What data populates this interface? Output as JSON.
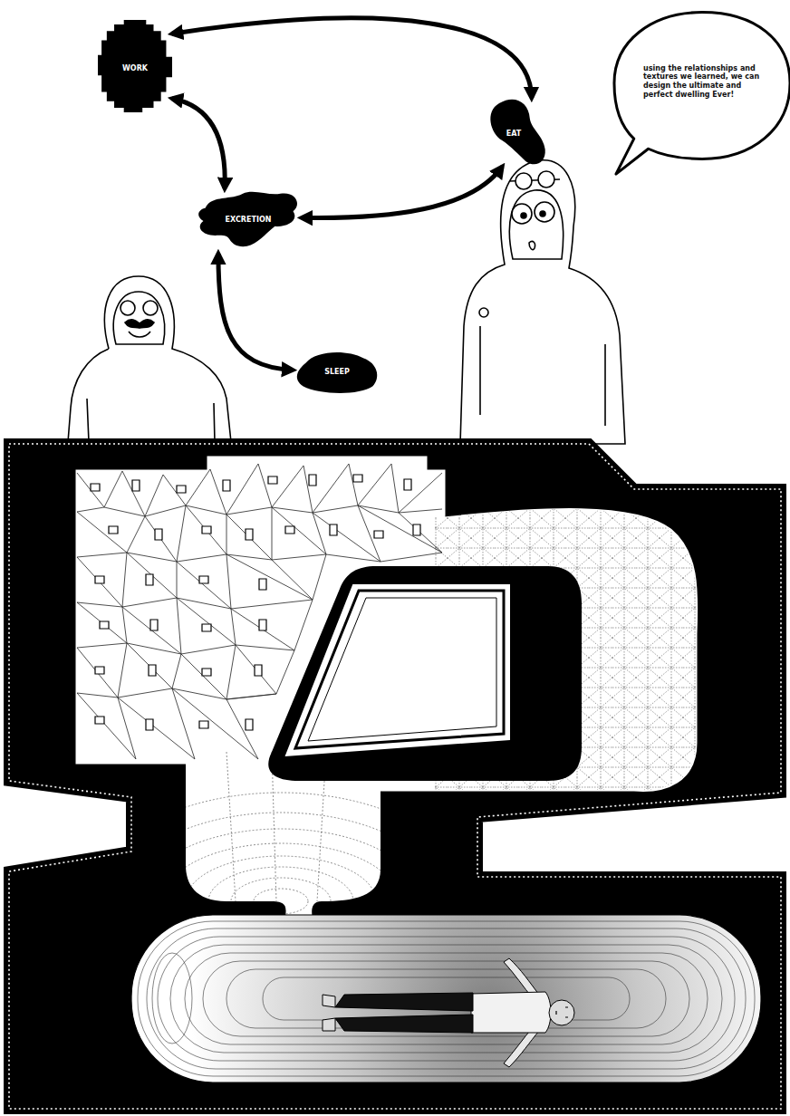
{
  "diagram": {
    "nodes": [
      {
        "text": [
          "WORK"
        ]
      },
      {
        "text": [
          "EAT"
        ]
      },
      {
        "text": [
          "using the relationships and textures we learned, we can design the ultimate and perfect dwelling Ever!"
        ]
      },
      {
        "text": [
          "EXCRETION"
        ]
      },
      {
        "text": [
          "SLEEP"
        ]
      }
    ],
    "edges": [
      {
        "from": 0,
        "to": 1,
        "arrow": "both"
      },
      {
        "from": 0,
        "to": 3,
        "arrow": "both"
      },
      {
        "from": 3,
        "to": 1,
        "arrow": "both"
      },
      {
        "from": 3,
        "to": 4,
        "arrow": "both"
      }
    ]
  }
}
